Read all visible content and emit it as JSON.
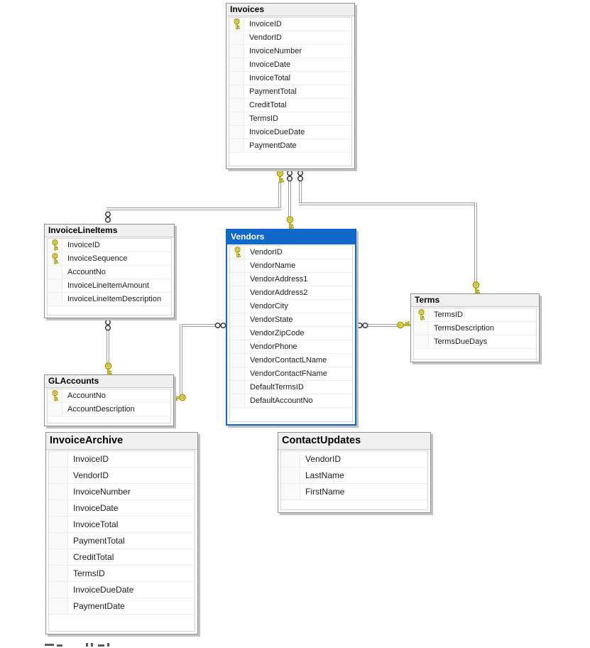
{
  "diagram_title": "Database diagram",
  "colors": {
    "selected_table_accent": "#1068c9",
    "table_header_bg": "#f0f0f0",
    "table_border": "#8f8f8f",
    "connector_line": "#9e9e9e",
    "key_icon_fill": "#efe53a",
    "key_icon_outline": "#837a00"
  },
  "tables": {
    "invoices": {
      "title": "Invoices",
      "columns": [
        {
          "name": "InvoiceID",
          "key": true
        },
        {
          "name": "VendorID",
          "key": false
        },
        {
          "name": "InvoiceNumber",
          "key": false
        },
        {
          "name": "InvoiceDate",
          "key": false
        },
        {
          "name": "InvoiceTotal",
          "key": false
        },
        {
          "name": "PaymentTotal",
          "key": false
        },
        {
          "name": "CreditTotal",
          "key": false
        },
        {
          "name": "TermsID",
          "key": false
        },
        {
          "name": "InvoiceDueDate",
          "key": false
        },
        {
          "name": "PaymentDate",
          "key": false
        }
      ]
    },
    "invoiceLineItems": {
      "title": "InvoiceLineItems",
      "columns": [
        {
          "name": "InvoiceID",
          "key": true
        },
        {
          "name": "InvoiceSequence",
          "key": true
        },
        {
          "name": "AccountNo",
          "key": false
        },
        {
          "name": "InvoiceLineItemAmount",
          "key": false
        },
        {
          "name": "InvoiceLineItemDescription",
          "key": false
        }
      ]
    },
    "vendors": {
      "title": "Vendors",
      "selected": true,
      "columns": [
        {
          "name": "VendorID",
          "key": true
        },
        {
          "name": "VendorName",
          "key": false
        },
        {
          "name": "VendorAddress1",
          "key": false
        },
        {
          "name": "VendorAddress2",
          "key": false
        },
        {
          "name": "VendorCity",
          "key": false
        },
        {
          "name": "VendorState",
          "key": false
        },
        {
          "name": "VendorZipCode",
          "key": false
        },
        {
          "name": "VendorPhone",
          "key": false
        },
        {
          "name": "VendorContactLName",
          "key": false
        },
        {
          "name": "VendorContactFName",
          "key": false
        },
        {
          "name": "DefaultTermsID",
          "key": false
        },
        {
          "name": "DefaultAccountNo",
          "key": false
        }
      ]
    },
    "terms": {
      "title": "Terms",
      "columns": [
        {
          "name": "TermsID",
          "key": true
        },
        {
          "name": "TermsDescription",
          "key": false
        },
        {
          "name": "TermsDueDays",
          "key": false
        }
      ]
    },
    "glAccounts": {
      "title": "GLAccounts",
      "columns": [
        {
          "name": "AccountNo",
          "key": true
        },
        {
          "name": "AccountDescription",
          "key": false
        }
      ]
    },
    "invoiceArchive": {
      "title": "InvoiceArchive",
      "columns": [
        {
          "name": "InvoiceID",
          "key": false
        },
        {
          "name": "VendorID",
          "key": false
        },
        {
          "name": "InvoiceNumber",
          "key": false
        },
        {
          "name": "InvoiceDate",
          "key": false
        },
        {
          "name": "InvoiceTotal",
          "key": false
        },
        {
          "name": "PaymentTotal",
          "key": false
        },
        {
          "name": "CreditTotal",
          "key": false
        },
        {
          "name": "TermsID",
          "key": false
        },
        {
          "name": "InvoiceDueDate",
          "key": false
        },
        {
          "name": "PaymentDate",
          "key": false
        }
      ]
    },
    "contactUpdates": {
      "title": "ContactUpdates",
      "columns": [
        {
          "name": "VendorID",
          "key": false
        },
        {
          "name": "LastName",
          "key": false
        },
        {
          "name": "FirstName",
          "key": false
        }
      ]
    }
  },
  "relationships": [
    {
      "one": "Invoices",
      "many": "InvoiceLineItems"
    },
    {
      "one": "Vendors",
      "many": "Invoices"
    },
    {
      "one": "Terms",
      "many": "Invoices"
    },
    {
      "one": "GLAccounts",
      "many": "InvoiceLineItems"
    },
    {
      "one": "GLAccounts",
      "many": "Vendors"
    },
    {
      "one": "Terms",
      "many": "Vendors"
    }
  ]
}
